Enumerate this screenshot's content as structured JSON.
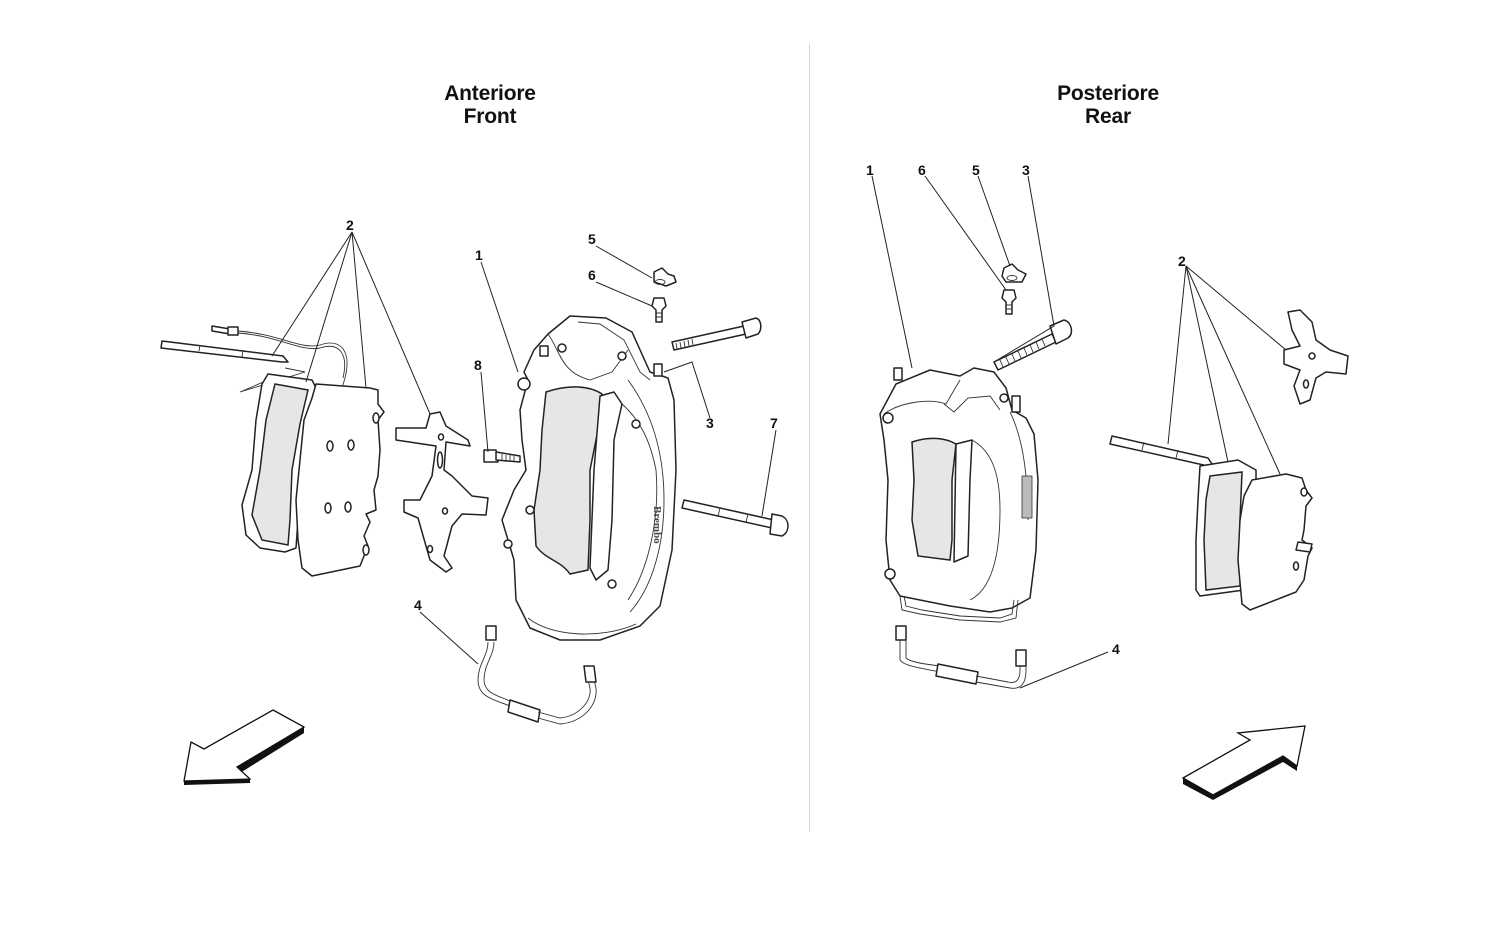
{
  "diagram": {
    "type": "exploded-parts-view",
    "subject": "brake calipers"
  },
  "front": {
    "title_it": "Anteriore",
    "title_en": "Front",
    "callouts": [
      "1",
      "2",
      "3",
      "4",
      "5",
      "6",
      "7",
      "8"
    ],
    "caliper_brand_text": "Brembo",
    "direction_arrow": "down-left"
  },
  "rear": {
    "title_it": "Posteriore",
    "title_en": "Rear",
    "callouts": [
      "1",
      "6",
      "5",
      "3",
      "2",
      "4"
    ],
    "direction_arrow": "up-right"
  },
  "colors": {
    "background": "#ffffff",
    "line": "#222222",
    "pad_friction": "#e6e6e6",
    "divider": "#d6d6d6"
  }
}
